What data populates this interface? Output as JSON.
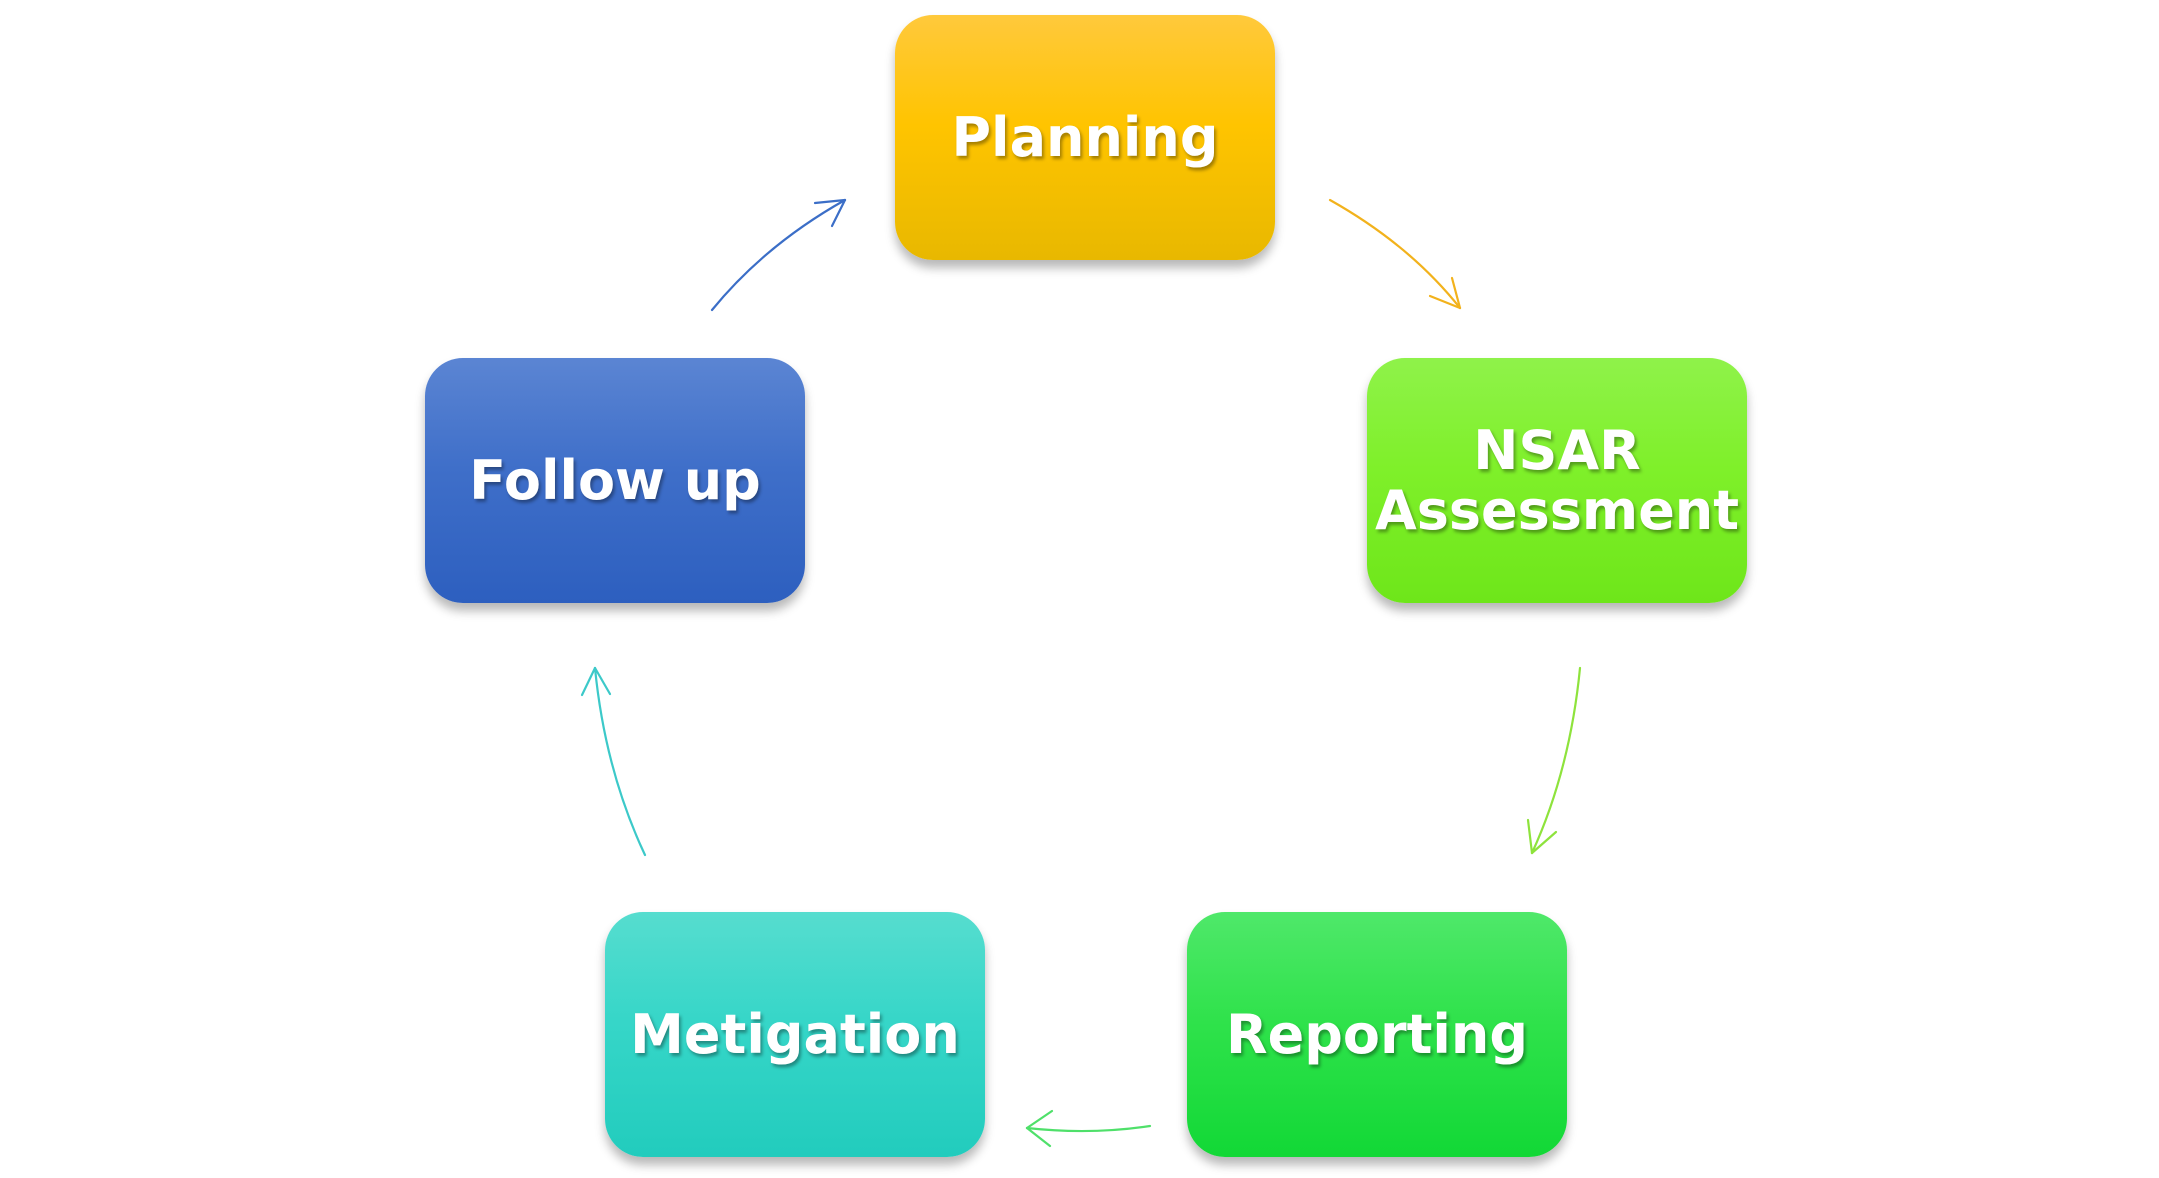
{
  "diagram": {
    "nodes": [
      {
        "id": "planning",
        "label": "Planning",
        "color": "#ffc400"
      },
      {
        "id": "nsar",
        "label": "NSAR\nAssessment",
        "color": "#7ff02a"
      },
      {
        "id": "reporting",
        "label": "Reporting",
        "color": "#2fe24b"
      },
      {
        "id": "metigation",
        "label": "Metigation",
        "color": "#36d6c8"
      },
      {
        "id": "followup",
        "label": "Follow up",
        "color": "#3f6fc9"
      }
    ],
    "edges": [
      {
        "from": "planning",
        "to": "nsar",
        "color": "#f2b21c"
      },
      {
        "from": "nsar",
        "to": "reporting",
        "color": "#8ee33c"
      },
      {
        "from": "reporting",
        "to": "metigation",
        "color": "#4fe06a"
      },
      {
        "from": "metigation",
        "to": "followup",
        "color": "#3cc9c9"
      },
      {
        "from": "followup",
        "to": "planning",
        "color": "#3b6ec7"
      }
    ]
  }
}
